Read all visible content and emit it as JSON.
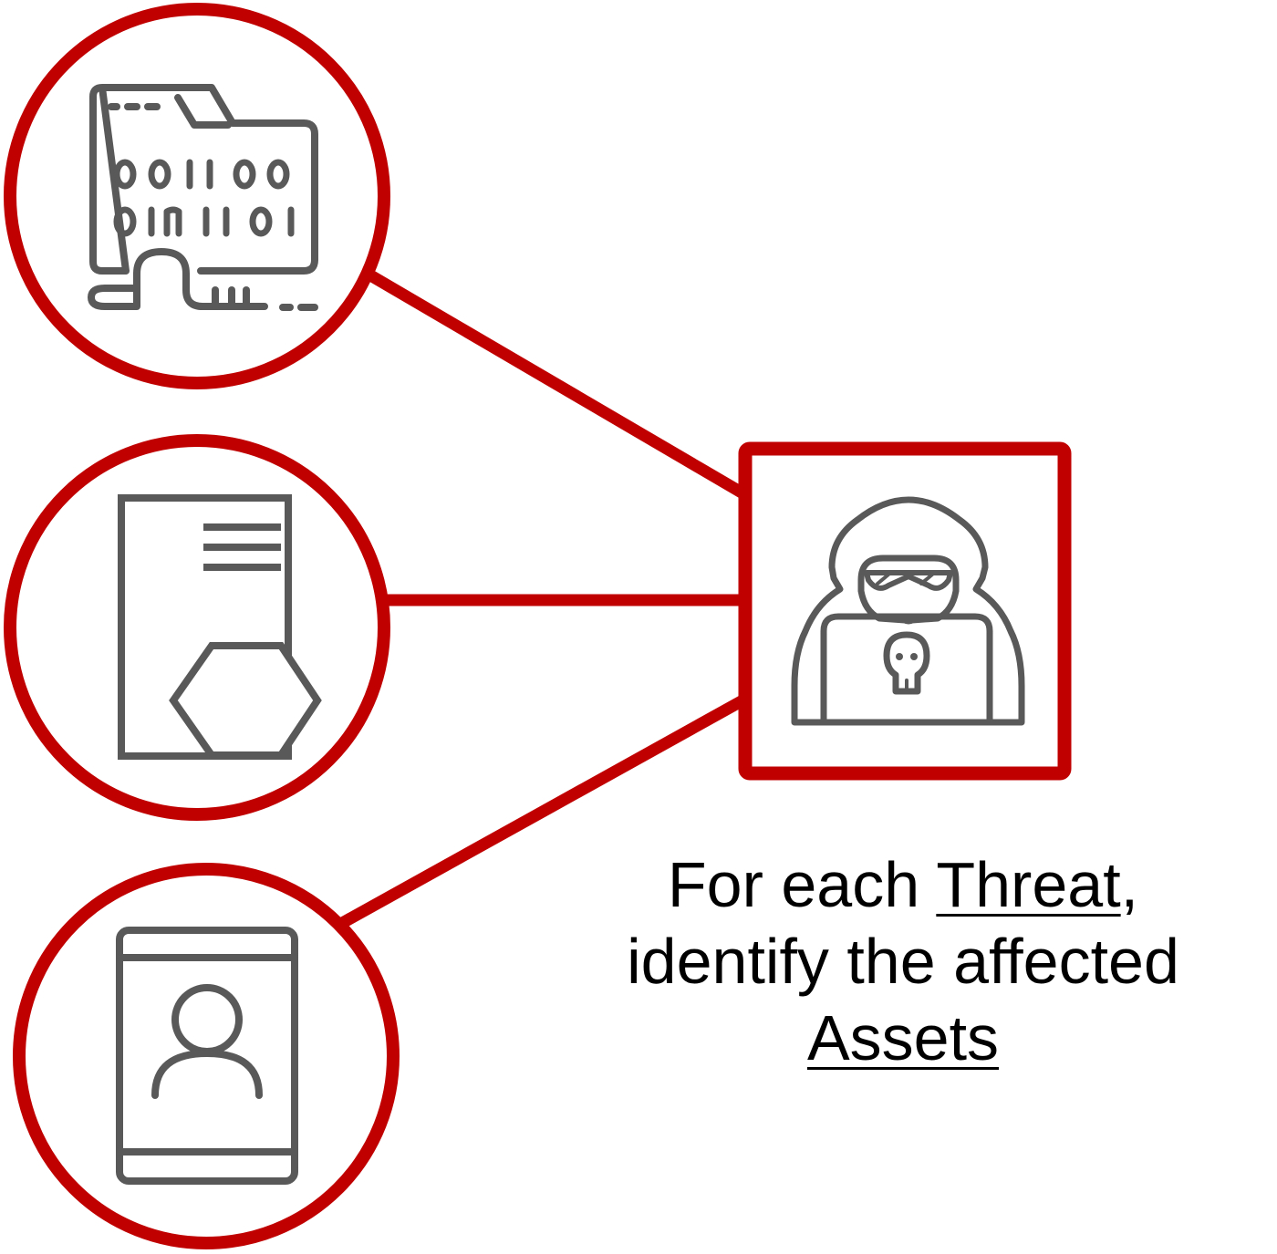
{
  "colors": {
    "accent": "#c00000",
    "icon": "#595959",
    "text": "#000000",
    "background": "#ffffff"
  },
  "threat": {
    "icon": "hacker-icon"
  },
  "assets": [
    {
      "icon": "binary-data-folder-icon"
    },
    {
      "icon": "document-hexagon-icon"
    },
    {
      "icon": "user-profile-tablet-icon"
    }
  ],
  "caption": {
    "part1": "For each ",
    "threat_word": "Threat",
    "part2": ",",
    "line2": "identify the affected",
    "assets_word": "Assets"
  }
}
